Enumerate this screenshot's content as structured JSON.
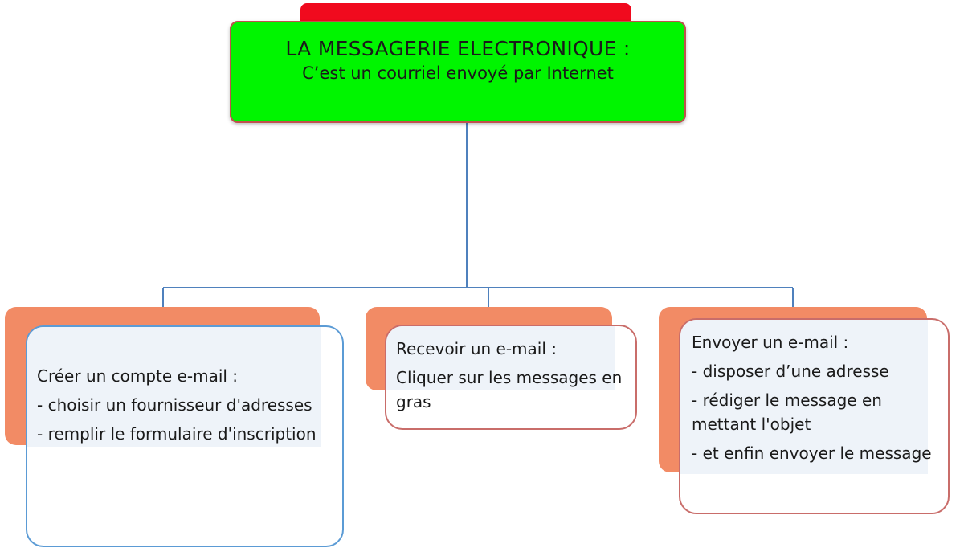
{
  "title": {
    "line1": "LA MESSAGERIE ELECTRONIQUE :",
    "line2": "C’est un courriel envoyé par Internet"
  },
  "cards": [
    {
      "heading": "Créer un compte e-mail :",
      "items": [
        "- choisir un fournisseur d'adresses",
        "- remplir le formulaire d'inscription"
      ]
    },
    {
      "heading": "Recevoir un e-mail :",
      "items": [
        "Cliquer sur les messages en gras"
      ]
    },
    {
      "heading": "Envoyer un e-mail :",
      "items": [
        "- disposer d’une adresse",
        "- rédiger le message en mettant l'objet",
        "- et enfin envoyer le message"
      ]
    }
  ],
  "colors": {
    "title_fill": "#00f500",
    "title_tab": "#f00a1e",
    "card_back": "#f28b65",
    "connector": "#4f81bd"
  }
}
